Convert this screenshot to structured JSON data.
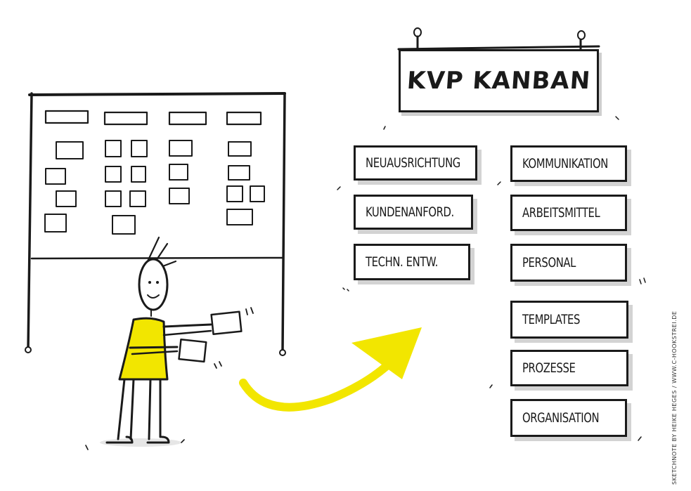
{
  "title": "KVP KANBAN",
  "left_column": [
    "NEUAUSRICHTUNG",
    "KUNDENANFORD.",
    "TECHN. ENTW."
  ],
  "right_column": [
    "KOMMUNIKATION",
    "ARBEITSMITTEL",
    "PERSONAL",
    "TEMPLATES",
    "PROZESSE",
    "ORGANISATION"
  ],
  "credit": "SKETCHNOTE BY HEIKE HEGES / WWW.C-HOOKSTREI.DE",
  "colors": {
    "ink": "#1a1a1a",
    "highlight": "#f2e600",
    "shadow": "#d3d3d3"
  }
}
